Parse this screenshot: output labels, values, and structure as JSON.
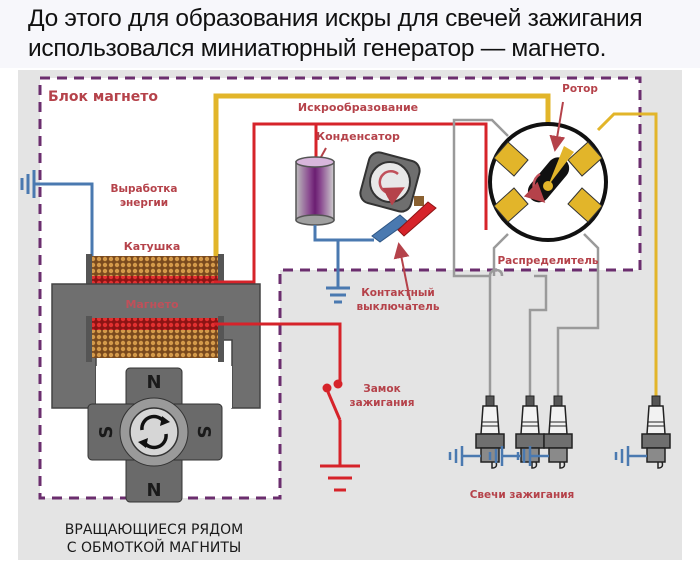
{
  "caption": {
    "line1": "До этого для образования искры для свечей зажигания",
    "line2": "использовался миниатюрный генератор — магнето."
  },
  "diagram": {
    "labels": {
      "magneto_block": "Блок магнето",
      "energy_generation_line1": "Выработка",
      "energy_generation_line2": "энергии",
      "coil": "Катушка",
      "magneto": "Магнето",
      "spark_formation": "Искрообразование",
      "capacitor": "Конденсатор",
      "contact_breaker_line1": "Контактный",
      "contact_breaker_line2": "выключатель",
      "rotor": "Ротор",
      "distributor": "Распределитель",
      "ignition_switch_line1": "Замок",
      "ignition_switch_line2": "зажигания",
      "spark_plugs": "Свечи зажигания",
      "rotating_magnets_line1": "ВРАЩАЮЩИЕСЯ РЯДОМ",
      "rotating_magnets_line2": "С ОБМОТКОЙ МАГНИТЫ"
    },
    "poles": {
      "top": "N",
      "bottom": "N",
      "left": "S",
      "right": "S"
    },
    "spark_plug_count": 4,
    "colors": {
      "label_red": "#b5424a",
      "wire_red": "#d6232a",
      "wire_blue": "#4a79b0",
      "wire_yellow": "#e2b52a",
      "wire_gray": "#9a9a9a",
      "dash_purple": "#6b2e6e",
      "core_gray": "#6f6f6f",
      "background_gray": "#e4e4e4"
    }
  }
}
